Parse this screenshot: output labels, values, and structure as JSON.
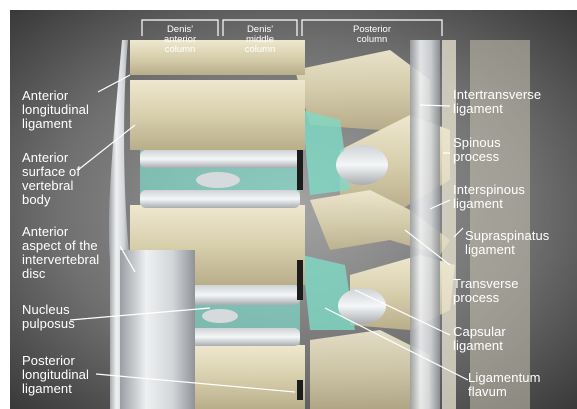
{
  "column_headers": [
    {
      "id": "anterior",
      "text": "Denis'\nanterior\ncolumn"
    },
    {
      "id": "middle",
      "text": "Denis'\nmiddle\ncolumn"
    },
    {
      "id": "posterior",
      "text": "Posterior\ncolumn"
    }
  ],
  "labels_left": [
    {
      "id": "anterior-longitudinal-ligament",
      "text": "Anterior\nlongitudinal\nligament"
    },
    {
      "id": "anterior-surface-vertebral-body",
      "text": "Anterior\nsurface of\nvertebral\nbody"
    },
    {
      "id": "anterior-aspect-intervertebral-disc",
      "text": "Anterior\naspect of the\nintervertebral\ndisc"
    },
    {
      "id": "nucleus-pulposus",
      "text": "Nucleus\npulposus"
    },
    {
      "id": "posterior-longitudinal-ligament",
      "text": "Posterior\nlongitudinal\nligament"
    }
  ],
  "labels_right": [
    {
      "id": "intertransverse-ligament",
      "text": "Intertransverse\nligament"
    },
    {
      "id": "spinous-process",
      "text": "Spinous\nprocess"
    },
    {
      "id": "interspinous-ligament",
      "text": "Interspinous\nligament"
    },
    {
      "id": "supraspinatus-ligament",
      "text": "Supraspinatus\nligament"
    },
    {
      "id": "transverse-process",
      "text": "Transverse\nprocess"
    },
    {
      "id": "capsular-ligament",
      "text": "Capsular\nligament"
    },
    {
      "id": "ligamentum-flavum",
      "text": "Ligamentum\nflavum"
    }
  ],
  "colors": {
    "background_dark": "#3d3d3d",
    "background_mid": "#8e8e8e",
    "bone": "#dcd3b4",
    "ligament": "#d6d9dc",
    "disc_highlight": "#7fe6d6",
    "label_text": "#ffffff"
  }
}
